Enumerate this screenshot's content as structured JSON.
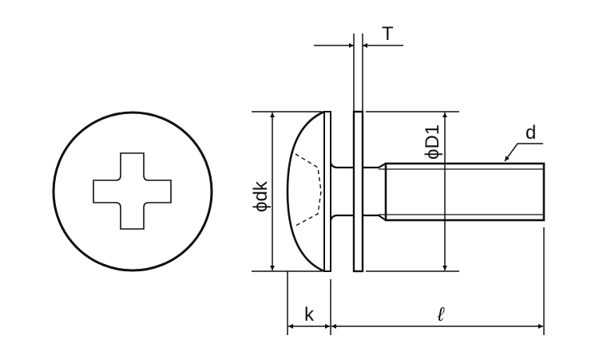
{
  "labels": {
    "T": "T",
    "D1": "ϕD1",
    "d": "d",
    "dk": "ϕdk",
    "k": "k",
    "l": "ℓ"
  },
  "colors": {
    "line": "#111111",
    "background": "#ffffff"
  }
}
